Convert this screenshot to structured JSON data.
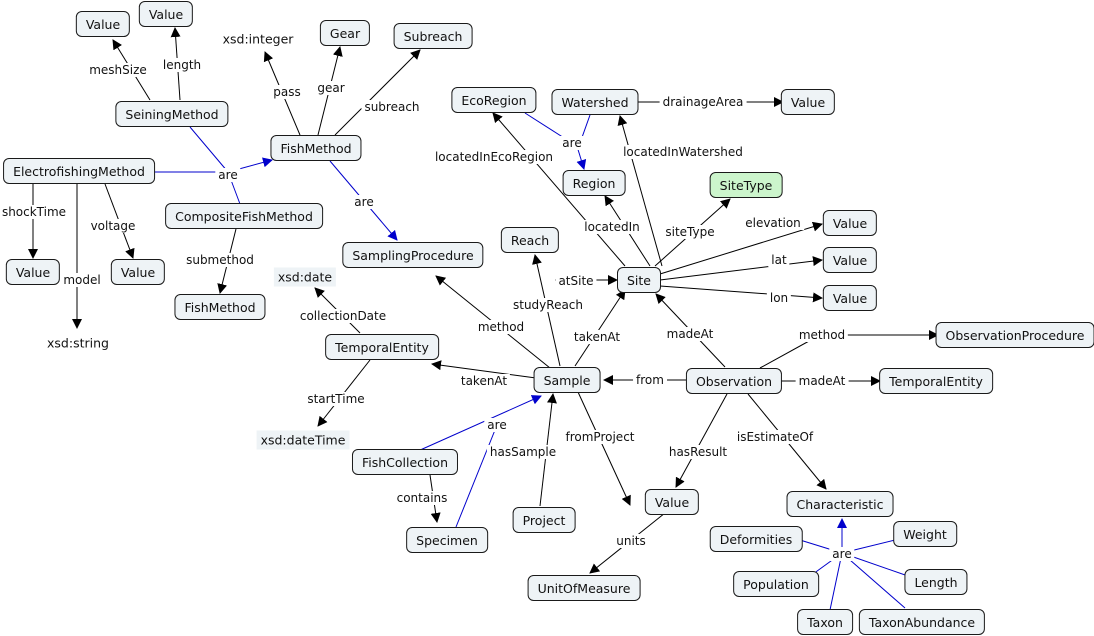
{
  "nodes": [
    {
      "id": "value_mesh",
      "label": "Value"
    },
    {
      "id": "value_len",
      "label": "Value"
    },
    {
      "id": "seining",
      "label": "SeiningMethod"
    },
    {
      "id": "xsd_int",
      "label": "xsd:integer",
      "kind": "literal"
    },
    {
      "id": "gear",
      "label": "Gear"
    },
    {
      "id": "subreach",
      "label": "Subreach"
    },
    {
      "id": "fishmethod",
      "label": "FishMethod"
    },
    {
      "id": "electro",
      "label": "ElectrofishingMethod"
    },
    {
      "id": "composite",
      "label": "CompositeFishMethod"
    },
    {
      "id": "value_shock",
      "label": "Value"
    },
    {
      "id": "value_volt",
      "label": "Value"
    },
    {
      "id": "xsd_string",
      "label": "xsd:string",
      "kind": "literal"
    },
    {
      "id": "fishmethod2",
      "label": "FishMethod"
    },
    {
      "id": "sampling",
      "label": "SamplingProcedure"
    },
    {
      "id": "xsd_date",
      "label": "xsd:date",
      "kind": "literal-boxed"
    },
    {
      "id": "temporal",
      "label": "TemporalEntity"
    },
    {
      "id": "xsd_datetime",
      "label": "xsd:dateTime",
      "kind": "literal-boxed"
    },
    {
      "id": "fishcoll",
      "label": "FishCollection"
    },
    {
      "id": "specimen",
      "label": "Specimen"
    },
    {
      "id": "ecoregion",
      "label": "EcoRegion"
    },
    {
      "id": "watershed",
      "label": "Watershed"
    },
    {
      "id": "value_drain",
      "label": "Value"
    },
    {
      "id": "region",
      "label": "Region"
    },
    {
      "id": "sitetype",
      "label": "SiteType",
      "kind": "green"
    },
    {
      "id": "reach",
      "label": "Reach"
    },
    {
      "id": "site",
      "label": "Site"
    },
    {
      "id": "value_elev",
      "label": "Value"
    },
    {
      "id": "value_lat",
      "label": "Value"
    },
    {
      "id": "value_lon",
      "label": "Value"
    },
    {
      "id": "sample",
      "label": "Sample"
    },
    {
      "id": "observation",
      "label": "Observation"
    },
    {
      "id": "obsproc",
      "label": "ObservationProcedure"
    },
    {
      "id": "temporal2",
      "label": "TemporalEntity"
    },
    {
      "id": "project",
      "label": "Project"
    },
    {
      "id": "value_res",
      "label": "Value"
    },
    {
      "id": "unit",
      "label": "UnitOfMeasure"
    },
    {
      "id": "characteristic",
      "label": "Characteristic"
    },
    {
      "id": "deformities",
      "label": "Deformities"
    },
    {
      "id": "weight",
      "label": "Weight"
    },
    {
      "id": "population",
      "label": "Population"
    },
    {
      "id": "length",
      "label": "Length"
    },
    {
      "id": "taxon",
      "label": "Taxon"
    },
    {
      "id": "taxonabund",
      "label": "TaxonAbundance"
    }
  ],
  "edge_labels": {
    "meshSize": "meshSize",
    "length": "length",
    "pass": "pass",
    "gear": "gear",
    "subreach": "subreach",
    "are_fishmethod": "are",
    "shockTime": "shockTime",
    "voltage": "voltage",
    "model": "model",
    "submethod": "submethod",
    "are_sampling": "are",
    "collectionDate": "collectionDate",
    "startTime": "startTime",
    "method": "method",
    "takenAt_temporal": "takenAt",
    "are_sample": "are",
    "contains": "contains",
    "hasSample": "hasSample",
    "fromProject": "fromProject",
    "studyReach": "studyReach",
    "atSite": "atSite",
    "takenAt_site": "takenAt",
    "locatedInEcoRegion": "locatedInEcoRegion",
    "are_region": "are",
    "drainageArea": "drainageArea",
    "locatedInWatershed": "locatedInWatershed",
    "locatedIn": "locatedIn",
    "siteType": "siteType",
    "elevation": "elevation",
    "lat": "lat",
    "lon": "lon",
    "madeAt_site": "madeAt",
    "method_obs": "method",
    "madeAt_temporal": "madeAt",
    "from": "from",
    "hasResult": "hasResult",
    "isEstimateOf": "isEstimateOf",
    "units": "units",
    "are_char": "are"
  },
  "colors": {
    "edge_black": "#000000",
    "edge_blue": "#0000cc",
    "node_fill": "#eef3f6",
    "node_green": "#ccf5cc"
  }
}
